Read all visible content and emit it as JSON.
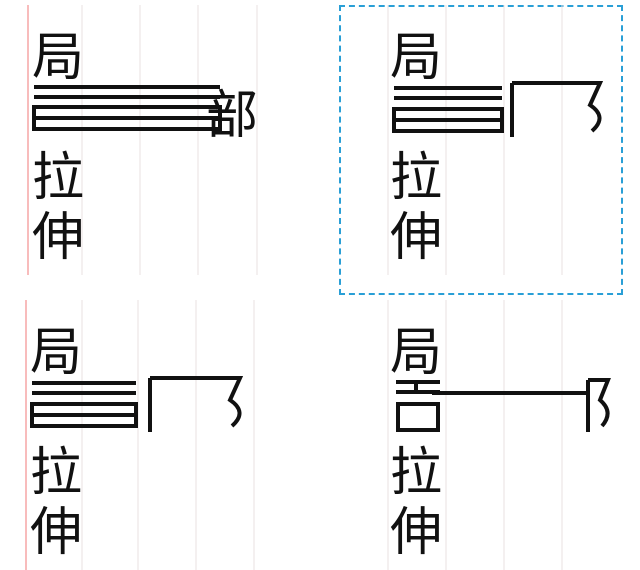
{
  "panels": [
    {
      "id": "tl",
      "glyphs": {
        "top": "局",
        "middle_left": "",
        "middle_right": "部",
        "lower": "拉",
        "bottom": "伸"
      }
    },
    {
      "id": "tr",
      "selected": true,
      "glyphs": {
        "top": "局",
        "middle_left": "",
        "middle_right": "",
        "lower": "拉",
        "bottom": "伸"
      }
    },
    {
      "id": "bl",
      "glyphs": {
        "top": "局",
        "middle_left": "",
        "middle_right": "",
        "lower": "拉",
        "bottom": "伸"
      }
    },
    {
      "id": "br",
      "glyphs": {
        "top": "局",
        "middle_left": "",
        "middle_right": "",
        "lower": "拉",
        "bottom": "伸"
      }
    }
  ],
  "colors": {
    "stroke": "#111111",
    "guide": "#e9e2e2",
    "selection": "#2a9fd6",
    "red_guide": "#f27a7a"
  }
}
